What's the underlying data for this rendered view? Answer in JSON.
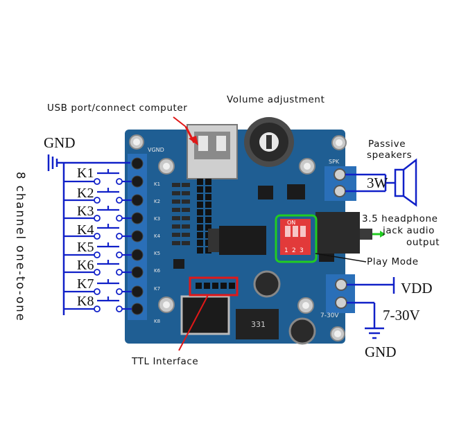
{
  "labels": {
    "usb": "USB port/connect computer",
    "volume": "Volume adjustment",
    "gnd_top": "GND",
    "channels": "8 channel one-to-one",
    "passive_line1": "Passive",
    "passive_line2": "speakers",
    "spk_watt": "3W",
    "headphone_line1": "3.5 headphone",
    "headphone_line2": "jack audio",
    "headphone_line3": "output",
    "play_mode": "Play Mode",
    "vdd": "VDD",
    "voltage": "7-30V",
    "gnd_bottom": "GND",
    "ttl": "TTL Interface"
  },
  "keys": [
    "K1",
    "K2",
    "K3",
    "K4",
    "K5",
    "K6",
    "K7",
    "K8"
  ],
  "board": {
    "silk_vgnd": "VGND",
    "silk_spk": "SPK",
    "silk_on": "ON",
    "silk_volt": "7-30V",
    "silk_inductor": "331",
    "dip_numbers": [
      "1",
      "2",
      "3"
    ],
    "silk_k": [
      "K1",
      "K2",
      "K3",
      "K4",
      "K5",
      "K6",
      "K7",
      "K8"
    ]
  },
  "colors": {
    "pcb": "#1f5e93",
    "terminal": "#2a6fb8",
    "wire": "#1020c8",
    "highlight_red": "#e01818",
    "highlight_green": "#22cc22",
    "dip_red": "#e23a3a"
  }
}
